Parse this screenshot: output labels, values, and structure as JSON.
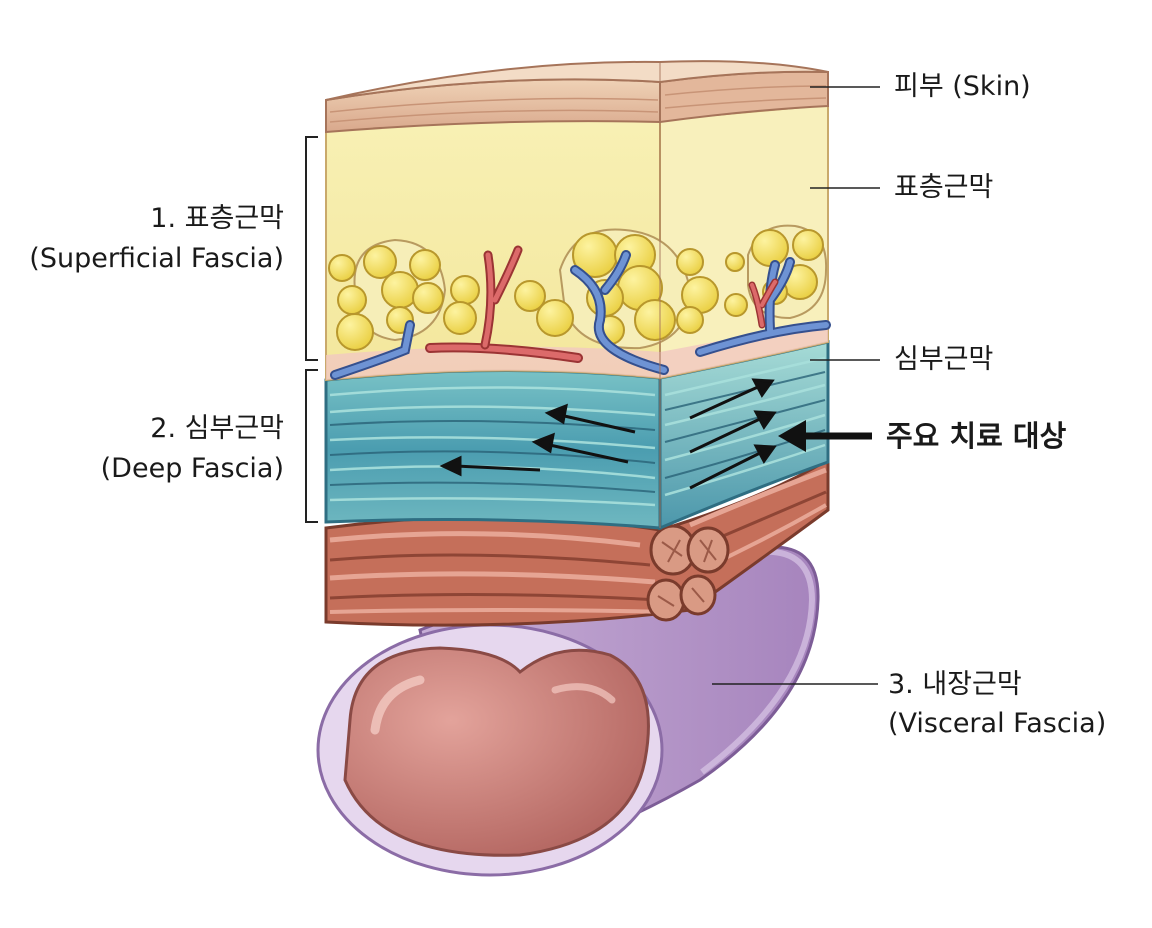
{
  "labels": {
    "skin": "피부 (Skin)",
    "superficial_right": "표층근막",
    "deep_right": "심부근막",
    "treatment_target": "주요 치료 대상",
    "superficial_left_title": "1. 표층근막",
    "superficial_left_sub": "(Superficial Fascia)",
    "deep_left_title": "2. 심부근막",
    "deep_left_sub": "(Deep Fascia)",
    "visceral_title": "3. 내장근막",
    "visceral_sub": "(Visceral Fascia)"
  },
  "colors": {
    "skin": "#e8c0a3",
    "fat_layer": "#f7eeaa",
    "fat_cell": "#f4df5a",
    "deep_fascia": "#4e9fad",
    "muscle": "#b96450",
    "visceral_tube": "#b79ac9",
    "organ": "#c97c76",
    "vein": "#5b7fc4",
    "artery": "#d65a5a",
    "arrow": "#111111"
  }
}
